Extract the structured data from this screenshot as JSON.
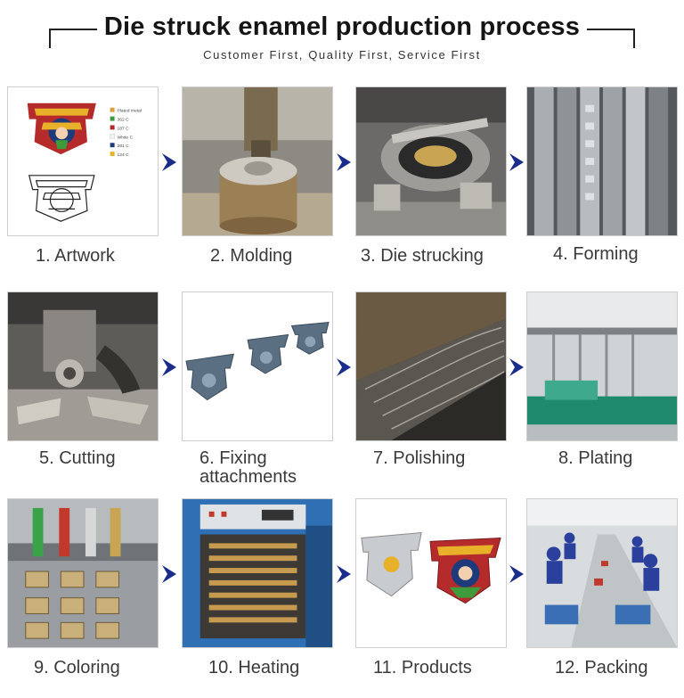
{
  "header": {
    "title": "Die struck enamel production process",
    "subtitle": "Customer First,  Quality First,  Service First"
  },
  "artwork_legend": {
    "items": [
      {
        "text": "Plated metal",
        "color": "#d8a23a"
      },
      {
        "text": "362 C",
        "color": "#3e9b3b"
      },
      {
        "text": "187 C",
        "color": "#b52a2a"
      },
      {
        "text": "White C",
        "color": "#f2f2f2"
      },
      {
        "text": "281 C",
        "color": "#1d3a7a"
      },
      {
        "text": "124 C",
        "color": "#e9b12a"
      }
    ]
  },
  "steps": [
    {
      "label": "1. Artwork"
    },
    {
      "label": "2. Molding"
    },
    {
      "label": "3. Die strucking"
    },
    {
      "label": "4. Forming"
    },
    {
      "label": "5. Cutting"
    },
    {
      "label": "6. Fixing attachments"
    },
    {
      "label": "7. Polishing"
    },
    {
      "label": "8. Plating"
    },
    {
      "label": "9. Coloring"
    },
    {
      "label": "10. Heating"
    },
    {
      "label": "11. Products"
    },
    {
      "label": "12. Packing"
    }
  ],
  "colors": {
    "arrow": "#1b2d8a",
    "border": "#cfcfcf"
  }
}
